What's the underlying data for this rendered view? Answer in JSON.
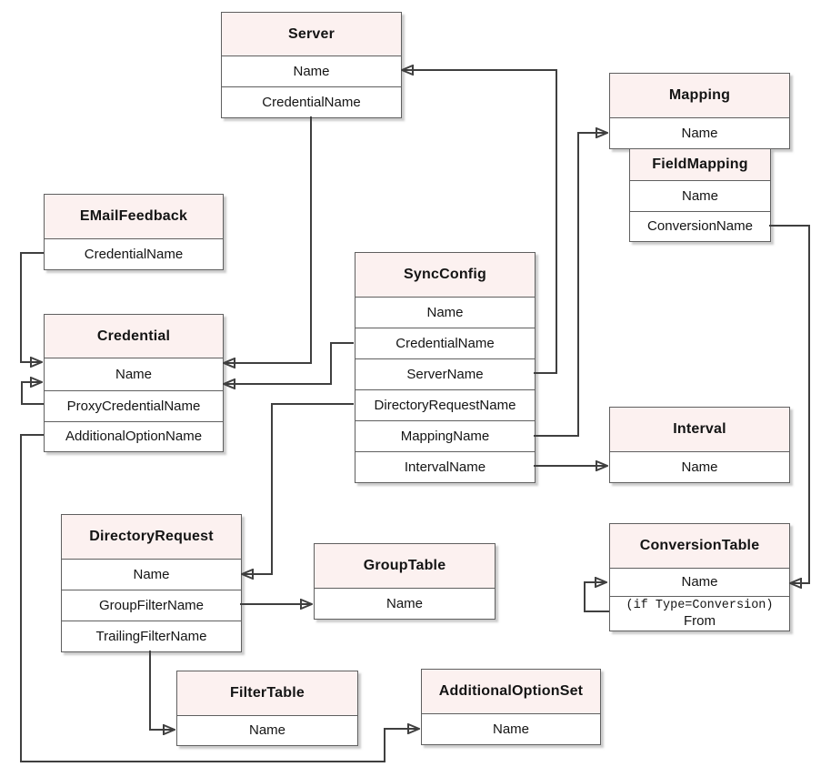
{
  "diagram": {
    "colors": {
      "header_fill": "#fcf1f0",
      "box_border": "#5f5f5f",
      "connector": "#3f3f3f",
      "text": "#141414",
      "background": "#ffffff"
    },
    "entities": [
      {
        "id": "server",
        "title": "Server",
        "rows": [
          "Name",
          "CredentialName"
        ]
      },
      {
        "id": "mapping",
        "title": "Mapping",
        "rows": [
          "Name"
        ]
      },
      {
        "id": "fieldmapping",
        "title": "FieldMapping",
        "rows": [
          "Name",
          "ConversionName"
        ]
      },
      {
        "id": "emailfeedback",
        "title": "EMailFeedback",
        "rows": [
          "CredentialName"
        ]
      },
      {
        "id": "syncconfig",
        "title": "SyncConfig",
        "rows": [
          "Name",
          "CredentialName",
          "ServerName",
          "DirectoryRequestName",
          "MappingName",
          "IntervalName"
        ]
      },
      {
        "id": "credential",
        "title": "Credential",
        "rows": [
          "Name",
          "ProxyCredentialName",
          "AdditionalOptionName"
        ]
      },
      {
        "id": "interval",
        "title": "Interval",
        "rows": [
          "Name"
        ]
      },
      {
        "id": "directoryrequest",
        "title": "DirectoryRequest",
        "rows": [
          "Name",
          "GroupFilterName",
          "TrailingFilterName"
        ]
      },
      {
        "id": "grouptable",
        "title": "GroupTable",
        "rows": [
          "Name"
        ]
      },
      {
        "id": "conversiontable",
        "title": "ConversionTable",
        "rows": [
          "Name"
        ],
        "special_row": {
          "condition": "(if Type=Conversion)",
          "label": "From"
        }
      },
      {
        "id": "filtertable",
        "title": "FilterTable",
        "rows": [
          "Name"
        ]
      },
      {
        "id": "additionaloptionset",
        "title": "AdditionalOptionSet",
        "rows": [
          "Name"
        ]
      }
    ],
    "connections": [
      {
        "from": "Server.CredentialName",
        "to": "Credential.Name"
      },
      {
        "from": "SyncConfig.CredentialName",
        "to": "Credential.Name"
      },
      {
        "from": "SyncConfig.ServerName",
        "to": "Server.Name"
      },
      {
        "from": "SyncConfig.DirectoryRequestName",
        "to": "DirectoryRequest.Name"
      },
      {
        "from": "SyncConfig.MappingName",
        "to": "Mapping.Name"
      },
      {
        "from": "SyncConfig.IntervalName",
        "to": "Interval.Name"
      },
      {
        "from": "EMailFeedback.CredentialName",
        "to": "Credential.Name"
      },
      {
        "from": "Credential.ProxyCredentialName",
        "to": "Credential.Name"
      },
      {
        "from": "Credential.AdditionalOptionName",
        "to": "AdditionalOptionSet.Name"
      },
      {
        "from": "DirectoryRequest.GroupFilterName",
        "to": "GroupTable.Name"
      },
      {
        "from": "DirectoryRequest.TrailingFilterName",
        "to": "FilterTable.Name"
      },
      {
        "from": "FieldMapping.ConversionName",
        "to": "ConversionTable.Name"
      },
      {
        "from": "ConversionTable.From",
        "to": "ConversionTable.Name"
      }
    ]
  }
}
